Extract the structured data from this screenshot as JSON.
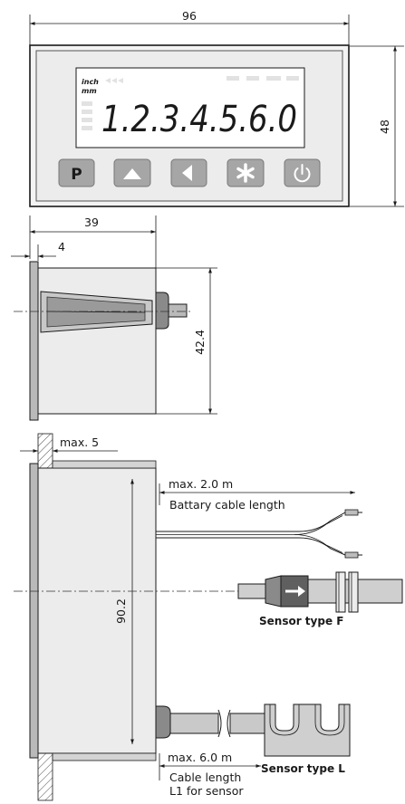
{
  "front_view": {
    "width": "96",
    "height": "48",
    "display": {
      "unit_top": "inch",
      "unit_bottom": "mm",
      "digits": "1.2.3.4.5.6.0"
    },
    "keys": [
      {
        "icon": "p-key-icon",
        "label": "P"
      },
      {
        "icon": "up-arrow-icon",
        "label": ""
      },
      {
        "icon": "left-arrow-icon",
        "label": ""
      },
      {
        "icon": "asterisk-icon",
        "label": ""
      },
      {
        "icon": "power-icon",
        "label": ""
      }
    ]
  },
  "side_view": {
    "depth": "39",
    "flange": "4",
    "height": "42.4"
  },
  "install_view": {
    "wall": "max. 5",
    "height": "90.2",
    "battery_max": "max. 2.0 m",
    "battery_label": "Battary cable length",
    "sensor_max": "max. 6.0 m",
    "sensor_label_1": "Cable length",
    "sensor_label_2": "L1 for sensor",
    "sensor_f": "Sensor type F",
    "sensor_l": "Sensor type L"
  },
  "colors": {
    "housing": "#ececec",
    "key": "#a6a6a6",
    "shade": "#8a8a8a"
  }
}
